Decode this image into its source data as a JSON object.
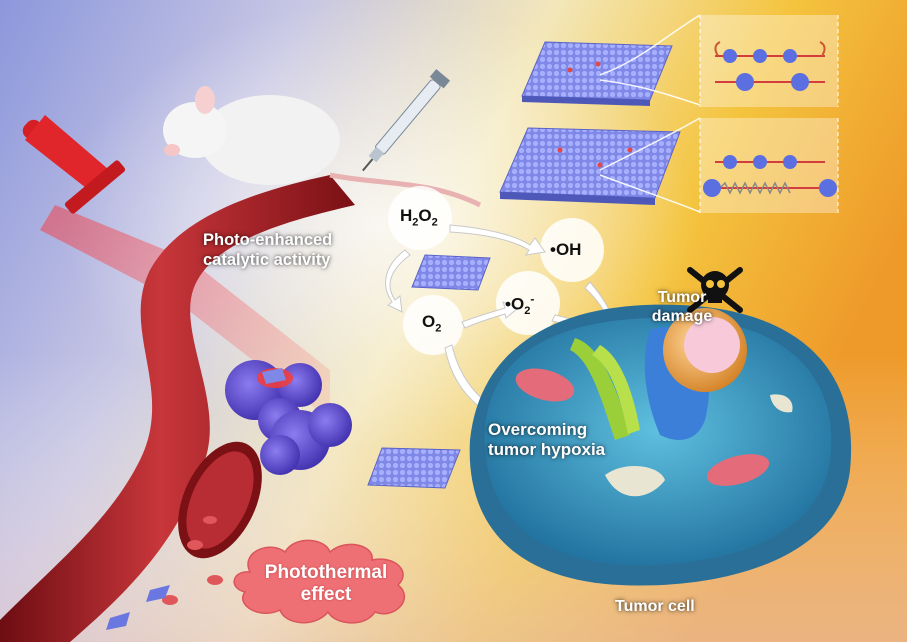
{
  "labels": {
    "photo_enhanced": "Photo-enhanced\ncatalytic activity",
    "tumor_damage": "Tumor\ndamage",
    "overcoming": "Overcoming\ntumor hypoxia",
    "photothermal": "Photothermal\neffect",
    "tumor_cell": "Tumor cell"
  },
  "species": {
    "h2o2": {
      "main": "H",
      "sub1": "2",
      "mid": "O",
      "sub2": "2"
    },
    "oh": "•OH",
    "o2": {
      "main": "O",
      "sub": "2"
    },
    "superoxide": {
      "prefix": "•O",
      "sub": "2",
      "sup": "-"
    }
  },
  "icons": [
    "mouse-icon",
    "syringe-icon",
    "laser-icon",
    "skull-icon",
    "blood-vessel-icon",
    "tumor-cluster-icon",
    "tumor-cell-icon",
    "nanosheet-icon",
    "red-blood-cell-icon"
  ],
  "colors": {
    "vessel": "#b3242a",
    "laser": "#e0262a",
    "cell": "#2e8db6",
    "nucleus": "#f2a94a",
    "bubble": "#e85b5f",
    "background_warm": "#f2b63a",
    "background_cool": "#8f97d9"
  }
}
